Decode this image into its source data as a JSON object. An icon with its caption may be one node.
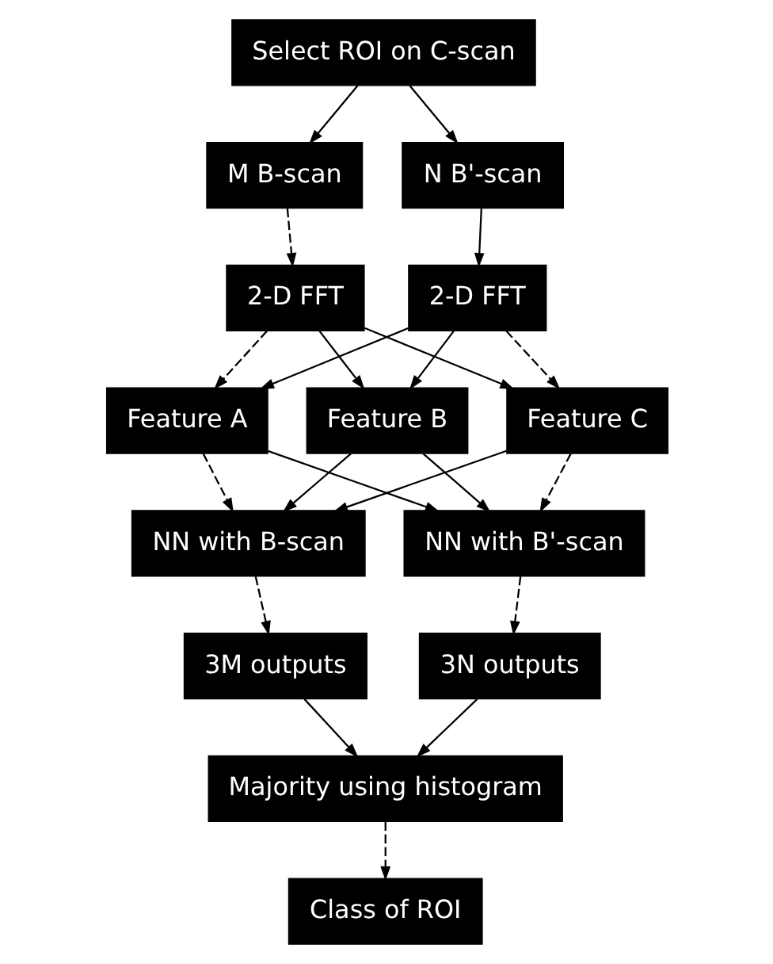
{
  "diagram": {
    "nodes": [
      {
        "text": [
          "Select ROI on C-scan"
        ]
      },
      {
        "text": [
          "M B-scan"
        ]
      },
      {
        "text": [
          "N B'-scan"
        ]
      },
      {
        "text": [
          "2-D FFT"
        ]
      },
      {
        "text": [
          "2-D FFT"
        ]
      },
      {
        "text": [
          "Feature A"
        ]
      },
      {
        "text": [
          "Feature B"
        ]
      },
      {
        "text": [
          "Feature C"
        ]
      },
      {
        "text": [
          "NN with B-scan"
        ]
      },
      {
        "text": [
          "NN with B'-scan"
        ]
      },
      {
        "text": [
          "3M outputs"
        ]
      },
      {
        "text": [
          "3N outputs"
        ]
      },
      {
        "text": [
          "Majority using histogram"
        ]
      },
      {
        "text": [
          "Class of ROI"
        ]
      }
    ],
    "edges": [
      {
        "from": 0,
        "to": 1,
        "arrow": "to"
      },
      {
        "from": 0,
        "to": 2,
        "arrow": "to"
      },
      {
        "from": 1,
        "to": 3,
        "arrow": "to",
        "style": "dashed"
      },
      {
        "from": 2,
        "to": 4,
        "arrow": "to"
      },
      {
        "from": 3,
        "to": 5,
        "arrow": "to",
        "style": "dashed"
      },
      {
        "from": 3,
        "to": 6,
        "arrow": "to"
      },
      {
        "from": 3,
        "to": 7,
        "arrow": "to"
      },
      {
        "from": 4,
        "to": 5,
        "arrow": "to"
      },
      {
        "from": 4,
        "to": 6,
        "arrow": "to"
      },
      {
        "from": 4,
        "to": 7,
        "arrow": "to",
        "style": "dashed"
      },
      {
        "from": 5,
        "to": 8,
        "arrow": "to",
        "style": "dashed"
      },
      {
        "from": 5,
        "to": 9,
        "arrow": "to"
      },
      {
        "from": 6,
        "to": 8,
        "arrow": "to"
      },
      {
        "from": 6,
        "to": 9,
        "arrow": "to"
      },
      {
        "from": 7,
        "to": 8,
        "arrow": "to"
      },
      {
        "from": 7,
        "to": 9,
        "arrow": "to",
        "style": "dashed"
      },
      {
        "from": 8,
        "to": 10,
        "arrow": "to",
        "style": "dashed"
      },
      {
        "from": 9,
        "to": 11,
        "arrow": "to",
        "style": "dashed"
      },
      {
        "from": 10,
        "to": 12,
        "arrow": "to"
      },
      {
        "from": 11,
        "to": 12,
        "arrow": "to"
      },
      {
        "from": 12,
        "to": 13,
        "arrow": "to",
        "style": "dashed"
      }
    ]
  }
}
